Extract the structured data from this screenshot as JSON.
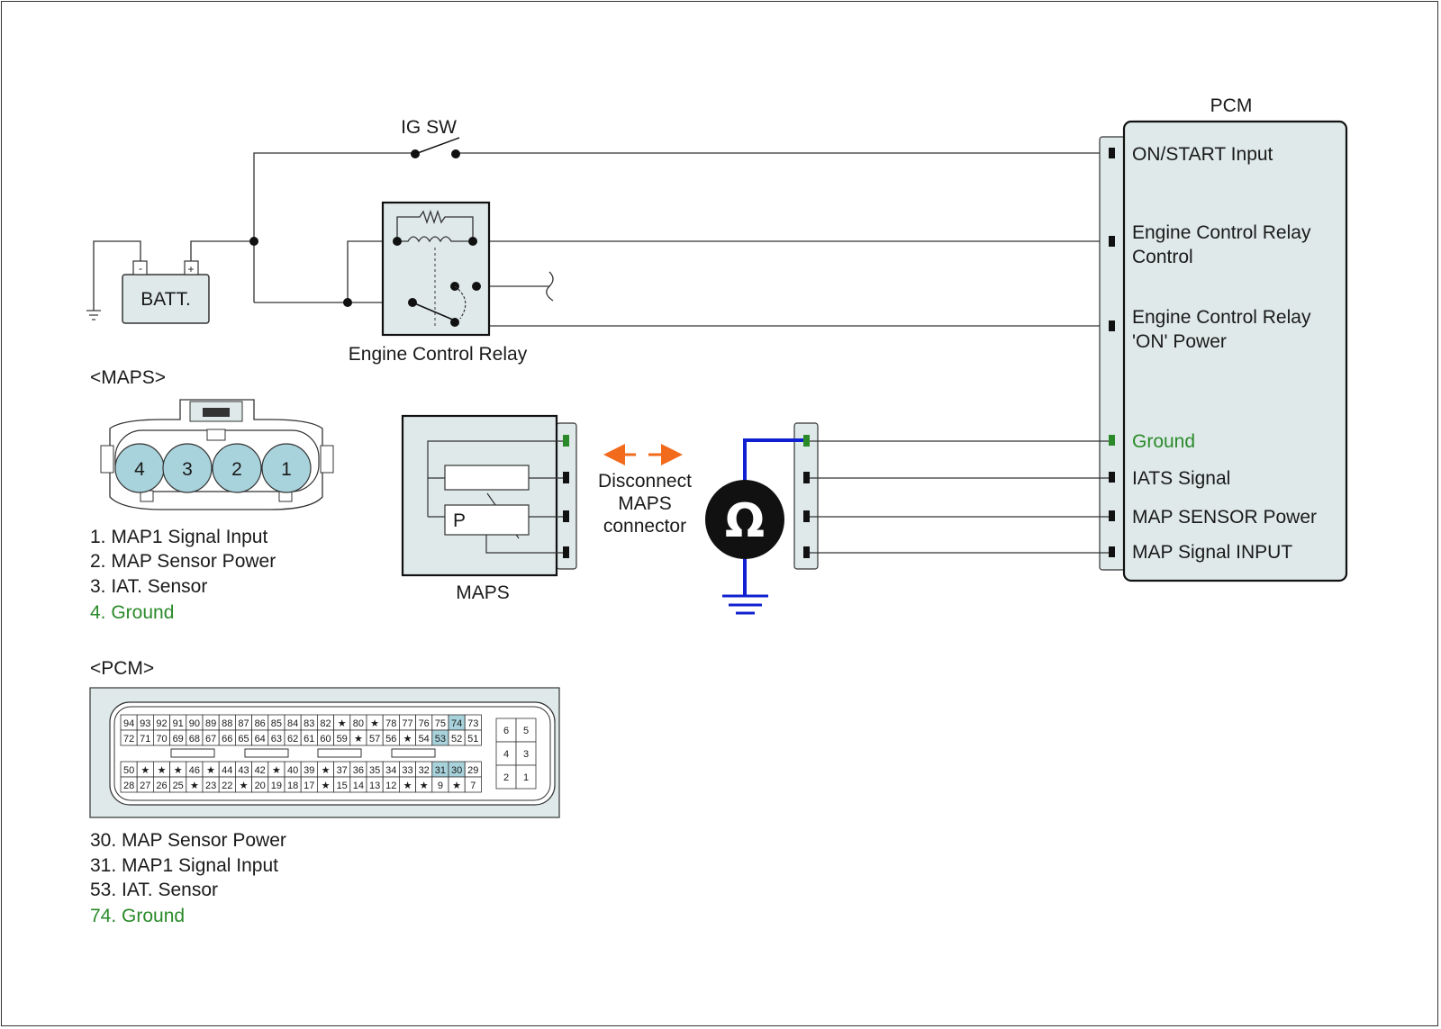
{
  "ig_sw": "IG SW",
  "batt": "BATT.",
  "batt_minus": "-",
  "batt_plus": "+",
  "relay_label": "Engine Control Relay",
  "pcm_title": "PCM",
  "pcm_pins": {
    "on_start": "ON/START Input",
    "ecr_control_1": "Engine Control Relay",
    "ecr_control_2": "Control",
    "ecr_on_1": "Engine Control Relay",
    "ecr_on_2": "'ON' Power",
    "ground": "Ground",
    "iats": "IATS Signal",
    "map_power": "MAP SENSOR Power",
    "map_signal": "MAP Signal  INPUT"
  },
  "maps_header": "<MAPS>",
  "maps_pins": [
    "4",
    "3",
    "2",
    "1"
  ],
  "maps_legend": {
    "item1": "1. MAP1 Signal Input",
    "item2": "2. MAP Sensor Power",
    "item3": "3. IAT. Sensor",
    "item4": "4. Ground"
  },
  "maps_box_label": "MAPS",
  "maps_p": "P",
  "disconnect": {
    "line1": "Disconnect",
    "line2": "MAPS",
    "line3": "connector"
  },
  "ohm_symbol": "Ω",
  "pcm_header": "<PCM>",
  "pcm_connector": {
    "row1": [
      "94",
      "93",
      "92",
      "91",
      "90",
      "89",
      "88",
      "87",
      "86",
      "85",
      "84",
      "83",
      "82",
      "★",
      "80",
      "★",
      "78",
      "77",
      "76",
      "75",
      "74",
      "73"
    ],
    "row2": [
      "72",
      "71",
      "70",
      "69",
      "68",
      "67",
      "66",
      "65",
      "64",
      "63",
      "62",
      "61",
      "60",
      "59",
      "★",
      "57",
      "56",
      "★",
      "54",
      "53",
      "52",
      "51"
    ],
    "row3": [
      "50",
      "★",
      "★",
      "★",
      "46",
      "★",
      "44",
      "43",
      "42",
      "★",
      "40",
      "39",
      "★",
      "37",
      "36",
      "35",
      "34",
      "33",
      "32",
      "31",
      "30",
      "29"
    ],
    "row4": [
      "28",
      "27",
      "26",
      "25",
      "★",
      "23",
      "22",
      "★",
      "20",
      "19",
      "18",
      "17",
      "★",
      "15",
      "14",
      "13",
      "12",
      "★",
      "★",
      "9",
      "★",
      "7"
    ],
    "small": [
      [
        "6",
        "5"
      ],
      [
        "4",
        "3"
      ],
      [
        "2",
        "1"
      ]
    ],
    "highlighted": [
      "74",
      "53",
      "31",
      "30"
    ]
  },
  "pcm_legend": {
    "item1": "30. MAP Sensor Power",
    "item2": "31. MAP1 Signal Input",
    "item3": "53. IAT. Sensor",
    "item4": "74. Ground"
  },
  "colors": {
    "box_fill": "#dfe9e9",
    "pin_highlight": "#a9d3dc",
    "ground_green": "#2a8a2a",
    "meter_wire": "#1020d0",
    "arrow_orange": "#f26a1b"
  }
}
